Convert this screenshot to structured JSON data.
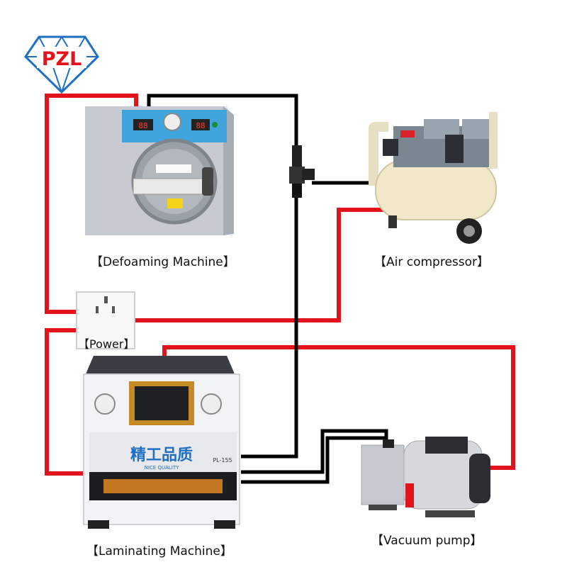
{
  "logo": {
    "text": "PZL",
    "color": "#1f6fc5"
  },
  "machines": {
    "defoaming": {
      "label": "【Defoaming Machine】",
      "icon": "defoaming-machine-icon"
    },
    "air_compressor": {
      "label": "【Air compressor】",
      "icon": "air-compressor-icon"
    },
    "power": {
      "label": "【Power】",
      "icon": "power-socket-icon"
    },
    "laminating": {
      "label": "【Laminating Machine】",
      "icon": "laminating-machine-icon",
      "brand_text": "精工品质",
      "model_text": "PL-155",
      "sub_text": "NICE QUALITY"
    },
    "vacuum_pump": {
      "label": "【Vacuum pump】",
      "icon": "vacuum-pump-icon"
    }
  },
  "colors": {
    "power_line": "#e3131b",
    "air_line": "#000000",
    "machine_body": "#c9ccd1",
    "accent_blue": "#2a9ad8"
  }
}
